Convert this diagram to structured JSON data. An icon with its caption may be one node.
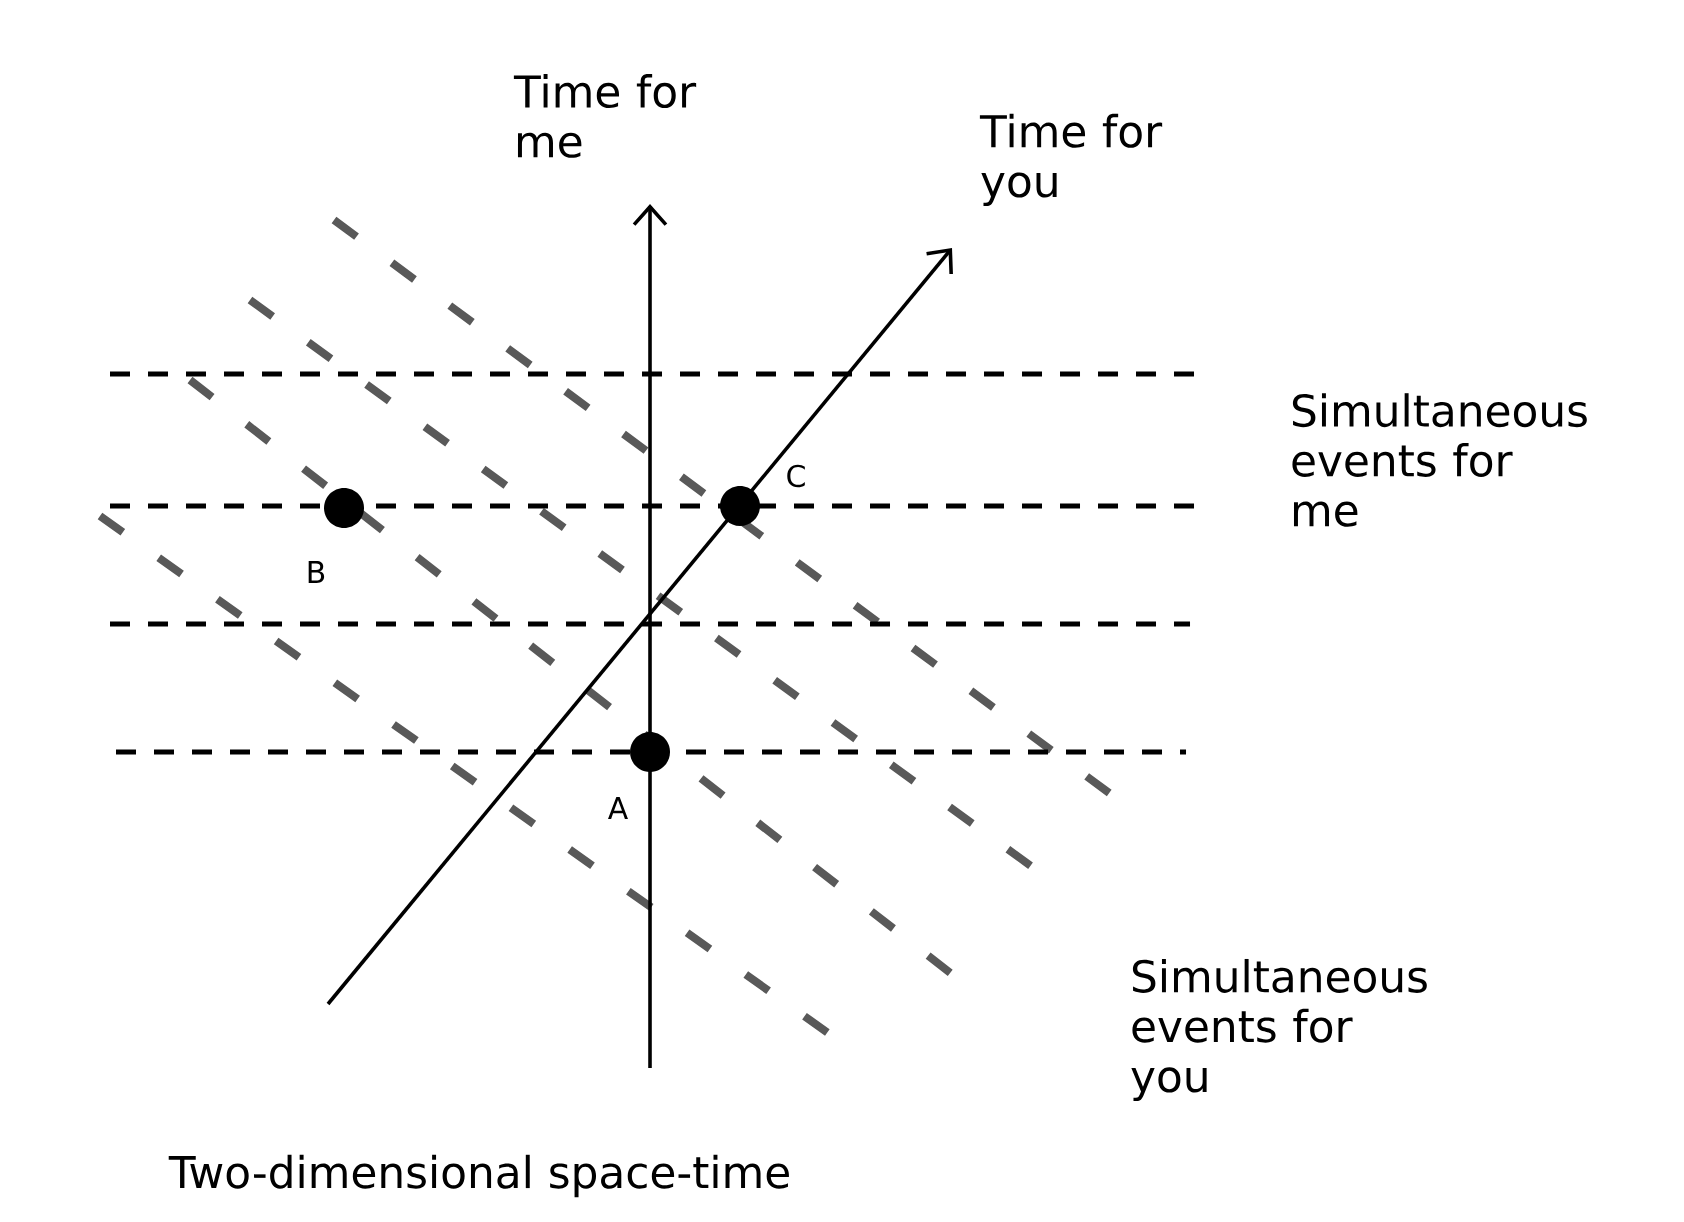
{
  "diagram": {
    "caption": "Two-dimensional space-time",
    "labels": [
      "Time for me",
      "Time for you",
      "Simultaneous events for me",
      "C",
      "B",
      "A",
      "Simultaneous events for you"
    ]
  }
}
